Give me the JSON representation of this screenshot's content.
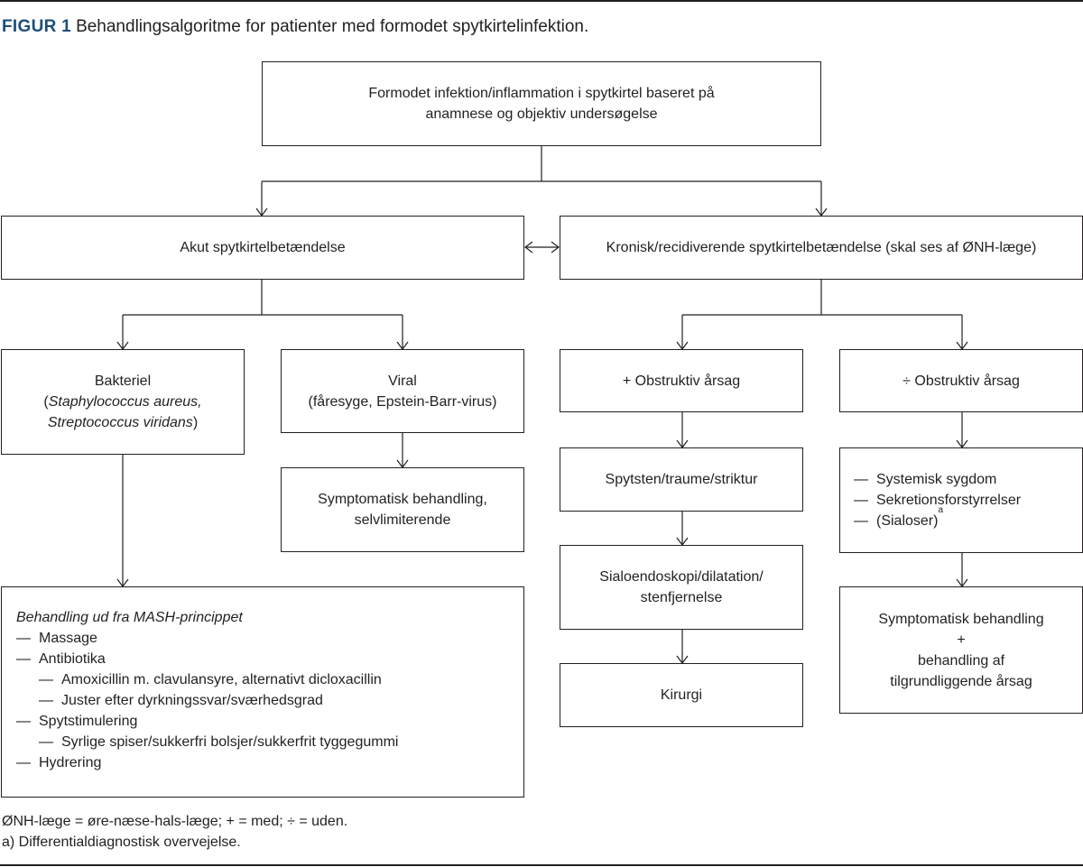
{
  "figure": {
    "label": "FIGUR 1",
    "caption": "Behandlingsalgoritme for patienter med formodet spytkirtelinfektion."
  },
  "nodes": {
    "root": {
      "line1": "Formodet infektion/inflammation i spytkirtel baseret på",
      "line2": "anamnese og objektiv undersøgelse"
    },
    "acute": {
      "text": "Akut spytkirtelbetændelse"
    },
    "chronic": {
      "text": "Kronisk/recidiverende spytkirtelbetændelse (skal ses af ØNH-læge)"
    },
    "bacterial": {
      "title": "Bakteriel",
      "organism1": "Staphylococcus aureus,",
      "organism2": "Streptococcus viridans"
    },
    "viral": {
      "title": "Viral",
      "subtitle": "(fåresyge, Epstein-Barr-virus)"
    },
    "viral_treatment": {
      "line1": "Symptomatisk behandling,",
      "line2": "selvlimiterende"
    },
    "obstructive_pos": {
      "text": "+ Obstruktiv årsag"
    },
    "obstructive_neg": {
      "text": "÷ Obstruktiv årsag"
    },
    "stone": {
      "text": "Spytsten/traume/striktur"
    },
    "sialo": {
      "line1": "Sialoendoskopi/dilatation/",
      "line2": "stenfjernelse"
    },
    "surgery": {
      "text": "Kirurgi"
    },
    "systemic": {
      "items": [
        "Systemisk sygdom",
        "Sekretionsforstyrrelser",
        "(Sialoser)"
      ],
      "footnote_mark": "a"
    },
    "symptomatic": {
      "line1": "Symptomatisk behandling",
      "line2": "+",
      "line3": "behandling af",
      "line4": "tilgrundliggende årsag"
    },
    "mash": {
      "title": "Behandling ud fra MASH-princippet",
      "items": [
        {
          "level": 1,
          "text": "Massage"
        },
        {
          "level": 1,
          "text": "Antibiotika"
        },
        {
          "level": 2,
          "text": "Amoxicillin m. clavulansyre, alternativt dicloxacillin"
        },
        {
          "level": 2,
          "text": "Juster efter dyrkningssvar/sværhedsgrad"
        },
        {
          "level": 1,
          "text": "Spytstimulering"
        },
        {
          "level": 2,
          "text": "Syrlige spiser/sukkerfri bolsjer/sukkerfrit tyggegummi"
        },
        {
          "level": 1,
          "text": "Hydrering"
        }
      ]
    }
  },
  "bullet_glyph": "—",
  "footnotes": {
    "abbrev": "ØNH-læge = øre-næse-hals-læge; + = med; ÷ = uden.",
    "a": "a) Differentialdiagnostisk overvejelse."
  }
}
